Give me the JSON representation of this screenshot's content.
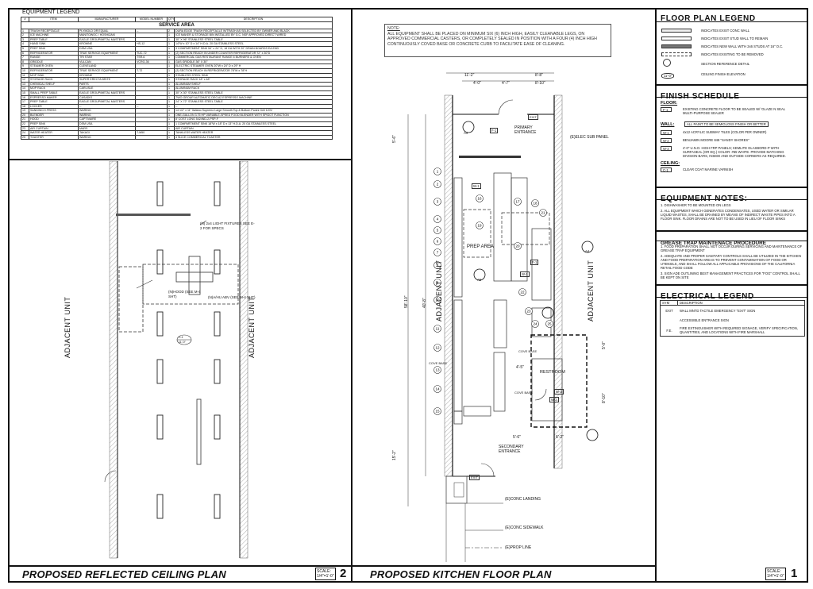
{
  "equipment_legend": {
    "title": "EQUIPMENT LEGEND",
    "columns": [
      "#",
      "ITEM",
      "MANUFACTURER",
      "MODEL NUMBER",
      "QTY",
      "DESCRIPTION"
    ],
    "section_header": "SERVICE AREA",
    "rows": [
      [
        "1",
        "TRASH RECEPTACLE",
        "PLYMOLD OR EQUAL",
        "--",
        "2",
        "DURA EDGE TRASH RECEPTACLE W/TRASH AS SELECTED BY OWNER AND BLACK"
      ],
      [
        "2",
        "ICE MACHINE",
        "MANITOWOC / HOSHIZAKI",
        "",
        "1",
        "ICE MAKER & STORAGE BIN INSTALLED BY G.C. NSF APPROVED DIRECT WIRED"
      ],
      [
        "3",
        "PREP TABLE",
        "EAGLE GROUP/METAL MASTERS",
        "",
        "1",
        "30\" X 96\" STAINLESS STEEL TABLE"
      ],
      [
        "4",
        "HAND SINK",
        "KROWNE",
        "HS-12",
        "1",
        "14\"W x 10\" D x 14\" H.D.A. 20 GA STAINLESS STEEL"
      ],
      [
        "5",
        "PREP SINK",
        "DSM USA",
        "",
        "1",
        "3 COMPARTMENT SINK 54\" x 24\" D, 18 GA WITH 20\" DRAIN BOARDS EA END"
      ],
      [
        "6",
        "REFRIGERATOR",
        "TRUE SERVICE EQUIPMENT",
        "TUC-72",
        "1",
        "(2) SECTION REACH IN UNDER COUNTER REFRIGERATOR 72\" x 30\"D"
      ],
      [
        "7",
        "RANGE",
        "TRI STAR",
        "TSR-6",
        "1",
        "COMMERCIAL GAS RESTAURANT RANGE 6 BURNERS & OVEN"
      ],
      [
        "8",
        "GRIDDLE",
        "VULCAN",
        "VCRG-36",
        "1",
        "GAS GRIDDLE 36\" X 30\""
      ],
      [
        "9",
        "STEAMER OVEN",
        "CLEVELAND",
        "",
        "1",
        "ELECTRIC STEAMER OVEN 20\"W x 24\" D x 29\" H"
      ],
      [
        "10",
        "REFRIGERATOR",
        "TRUE SERVICE EQUIPMENT",
        "T-72",
        "1",
        "(2) SECTION REACH IN REFRIGERATOR 78\"W x 78\"H"
      ],
      [
        "11",
        "MOP SINK",
        "KROWNE",
        "",
        "1",
        "STAINLESS STEEL SINK"
      ],
      [
        "12",
        "STORAGE RACK",
        "SUPER ERECTA BRITE",
        "",
        "1",
        "STORAGE RACK 18\" x 48\""
      ],
      [
        "13",
        "CHEMICAL SHELF",
        "PARTS",
        "",
        "1",
        "ALUMINUM SHELF"
      ],
      [
        "14",
        "MOP RACK",
        "CARLISLE",
        "",
        "1",
        "ALUMINUM RACK"
      ],
      [
        "15",
        "SMALL PREP TABLE",
        "EAGLE GROUP/METAL MASTERS",
        "",
        "1",
        "30\" X 30\" STAINLESS STEEL TABLE"
      ],
      [
        "16",
        "ESPRESSO MAKER",
        "CASADIO",
        "",
        "1",
        "TWO-GROUP AUTOMATIC DEG A2 ESPRESSO MACHINE"
      ],
      [
        "17",
        "PREP TABLE",
        "EAGLE GROUP/METAL MASTERS",
        "",
        "1",
        "24\" X 72\" STAINLESS STEEL TABLE"
      ],
      [
        "18",
        "LOCKER",
        "--",
        "--",
        "1",
        "--"
      ],
      [
        "19",
        "SANDWICH PRESS",
        "WARING",
        "",
        "1",
        "14 1/2\" x 11\" Italiano Supremo Large Smooth Top & Bottom Panini Grill 120V"
      ],
      [
        "20",
        "BLENDER",
        "WARING",
        "",
        "1",
        "ONE-GALLON 3.75 HP VARIABLE-SPEED FOOD BLENDER WITH SPIGOT FUNCTION"
      ],
      [
        "21",
        "HOOD",
        "CAPTIVAIRE",
        "",
        "1",
        "8' COST LONG 5424ND-2-PSP-F"
      ],
      [
        "22",
        "PREP SINK",
        "DSM USA",
        "",
        "1",
        "1 COMPARTMENT SINK 18\"W x 18\" D x 13\" H.D.A. 20 GA STAINLESS STEEL"
      ],
      [
        "23",
        "AIR CURTAIN",
        "MARS",
        "",
        "1",
        "AIR CURTAIN"
      ],
      [
        "24",
        "WATER HEATER",
        "TAKAGI",
        "T-M50",
        "1",
        "TANKLESS WATER HEATER"
      ],
      [
        "25",
        "TOASTER",
        "WARING",
        "",
        "1",
        "4 SLICE COMMERCIAL TOASTER"
      ]
    ]
  },
  "note": {
    "heading": "NOTE:",
    "text": "ALL EQUIPMENT SHALL BE PLACED ON MINIMUM SIX (6) INCH HIGH, EASILY CLEANABLE LEGS, ON APPROVED COMMERCIAL CASTERS, OR COMPLETELY SEALED IN POSITION WITH A FOUR (4) INCH HIGH CONTINUOUSLY COVED BASE OR CONCRETE CURB TO FACILITATE EASE OF CLEANING."
  },
  "ceiling_plan": {
    "title": "PROPOSED REFLECTED CEILING PLAN",
    "sheet_number": "2",
    "scale_label": "SCALE:",
    "scale_value": "1/4\"=1'-0\"",
    "adjacent_left": "ADJACENT UNIT",
    "adjacent_right": "ADJACENT UNIT",
    "light_note": "(N) 2x4 LIGHT FIXTURES SEE E-2 FOR SPECS",
    "hood_note": "(N)HOOD (SEE M-4 SHT)",
    "ac_note": "(N)A/HU ABV (SEE M-4 SHT)",
    "tag_c": "C-1",
    "tag_h": "11'-0\""
  },
  "floor_plan": {
    "title": "PROPOSED KITCHEN FLOOR PLAN",
    "sheet_number": "1",
    "scale_label": "SCALE:",
    "scale_value": "1/4\"=1'-0\"",
    "adjacent_left": "ADJACENT UNIT",
    "adjacent_right": "ADJACENT UNIT",
    "primary_entrance": "PRIMARY ENTRANCE",
    "secondary_entrance": "SECONDARY ENTRANCE",
    "prep_area": "PREP AREA",
    "restroom": "RESTROOM",
    "elec_panel": "(E)ELEC SUB PANEL",
    "conc_landing": "(E)CONC LANDING",
    "conc_sidewalk": "(E)CONC SIDEWALK",
    "prop_line": "(E)PROP LINE",
    "cove_base": "COVE BASE",
    "exit": "EXIT",
    "dims_top": [
      "11'-2\"",
      "8'-8\"",
      "4'-0\"",
      "4'-7\"",
      "8'-10\""
    ],
    "dim_left_long": "58'-10\"",
    "dim_left_mid": "40'-8\"",
    "dim_left_top": "5'-6\"",
    "dim_left_bottom": "15'-2\"",
    "dims_restroom": [
      "5'-6\"",
      "6'-2\"",
      "4'-5\"",
      "8'-10\"",
      "5'-0\""
    ],
    "equipment_tags": [
      "1",
      "2",
      "3",
      "4",
      "5",
      "6",
      "7",
      "8",
      "9",
      "10",
      "11",
      "12",
      "13",
      "14",
      "15",
      "16",
      "17",
      "18",
      "19",
      "20",
      "21",
      "22",
      "23",
      "24",
      "25"
    ],
    "section_tags": [
      "A3",
      "A4",
      "A5"
    ],
    "finish_tags": [
      "F-1",
      "W-1",
      "W-2",
      "W-3"
    ]
  },
  "floor_plan_legend": {
    "title": "FLOOR PLAN LEGEND",
    "items": [
      "INDICATES EXIST CONC WALL",
      "INDICATES EXIST STUD WALL TO REMAIN",
      "INDICATES NEW WALL WITH 2x6 STUDS AT 16\" O.C.",
      "INDICATES EXISTING TO BE REMOVED",
      "SECTION REFERENCE DETAIL",
      "CEILING FINISH ELEVATION"
    ],
    "ceiling_symbol_text": "11'-0\""
  },
  "finish_schedule": {
    "title": "FINISH SCHEDULE",
    "floor_label": "FLOOR:",
    "floor": [
      {
        "tag": "F-1",
        "text": "EXISTING CONCRETE FLOOR TO BE SEALED W/ 'GLAZE N SEAL MULTI-PURPOSE SEALER"
      }
    ],
    "wall_label": "WALL:",
    "wall_note": "ALL PAINT TO BE SEMIGLOSS FINISH OR BETTER",
    "walls": [
      {
        "tag": "W-1",
        "text": "4x12 ACRYLIC SUBWAY TILES (COLOR PER OWNER)"
      },
      {
        "tag": "W-2",
        "text": "BENJAMIN MOORE 848 \"SANDY SHORES\""
      },
      {
        "tag": "W-3",
        "text": "4'-0\" U.N.O. HIGH FRP PANELS; KEMLITE GLASBORD-P WITH SURFASEAL (OR EQ.) COLOR: #65 WHITE. PROVIDE MATCHING DIVISION BARS, INSIDE AND OUTSIDE CORNERS AS REQUIRED."
      }
    ],
    "ceiling_label": "CEILING:",
    "ceiling": [
      {
        "tag": "C-1",
        "text": "CLEAR COAT MARINE VARNISH"
      }
    ]
  },
  "equipment_notes": {
    "title": "EQUIPMENT NOTES:",
    "items": [
      "1. DISHWASHER TO BE MOUNTED ON LEGS",
      "2. ALL EQUIPMENT WHICH GENERATES CONDENSATES, USED WATER OR SIMILAR LIQUID WASTES, SHALL BE DRAINED BY MEANS OF INDIRECT WASTE PIPES INTO A FLOOR SINK. FLOOR DRAINS ARE NOT TO BE USED IN LIEU OF FLOOR SINKS"
    ]
  },
  "grease_trap": {
    "title": "GREASE TRAP MAINTENACE PROCEDURE",
    "items": [
      "1. FOOD PREPARATION SHALL NOT OCCUR DURING SERVICING AND MAINTENANCE OF GREASE TRAP EQUIPMENT",
      "2. ADEQUATE AND PROPER SANITARY CONTROLS SHALL BE UTILIZED IN THE KITCHEN AND FOOD PREPARATION AREAS TO PREVENT CONTAMINATION OF FOOD OR UTENSILS, AND SHALL FOLLOW ALL APPLICABLE PROVISIONS OF THE CALIFORNIA RETAIL FOOD CODE",
      "3. SIGN ADE OUTLINING BEST MANAGEMENT PRACTICES FOR \"FOG\" CONTROL SHALL BE KEPT ON SITE"
    ]
  },
  "electrical_legend": {
    "title": "ELECTRICAL LEGEND",
    "col_sym": "SYM",
    "col_desc": "DESCRIPTION",
    "items": [
      {
        "sym": "EXIT",
        "desc": "WALL MNTD TACTILE EMERGENCY \"EXIT\" SIGN"
      },
      {
        "sym": "",
        "desc": "ACCESSIBLE ENTRANCE SIGN"
      },
      {
        "sym": "F.E.",
        "desc": "FIRE EXTINGUISHER WITH REQUIRED SIGNAGE, VERIFY SPECIFICATION, QUANTITIES, AND LOCATIONS WITH FIRE MARSHALL"
      }
    ]
  }
}
